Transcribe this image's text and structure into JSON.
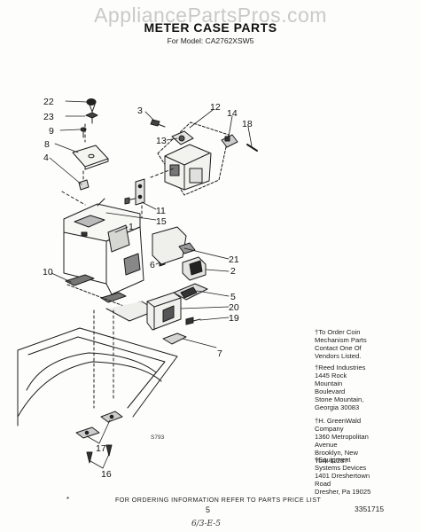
{
  "watermark": "AppliancePartsPros.com",
  "header": {
    "title": "METER CASE PARTS",
    "model": "For Model: CA2762XSW5"
  },
  "callouts": [
    {
      "id": "c22",
      "label": "22"
    },
    {
      "id": "c23",
      "label": "23"
    },
    {
      "id": "c9",
      "label": "9"
    },
    {
      "id": "c8",
      "label": "8"
    },
    {
      "id": "c4",
      "label": "4"
    },
    {
      "id": "c3",
      "label": "3"
    },
    {
      "id": "c12",
      "label": "12"
    },
    {
      "id": "c14",
      "label": "14"
    },
    {
      "id": "c18",
      "label": "18"
    },
    {
      "id": "c13",
      "label": "13"
    },
    {
      "id": "c11",
      "label": "11"
    },
    {
      "id": "c15",
      "label": "15"
    },
    {
      "id": "c1",
      "label": "1"
    },
    {
      "id": "c6",
      "label": "6"
    },
    {
      "id": "c21",
      "label": "21"
    },
    {
      "id": "c2",
      "label": "2"
    },
    {
      "id": "c10",
      "label": "10"
    },
    {
      "id": "c5",
      "label": "5"
    },
    {
      "id": "c20",
      "label": "20"
    },
    {
      "id": "c19",
      "label": "19"
    },
    {
      "id": "c7",
      "label": "7"
    },
    {
      "id": "c17",
      "label": "17"
    },
    {
      "id": "c16",
      "label": "16"
    }
  ],
  "diagram_code": "S793",
  "notes": [
    [
      "†To Order Coin",
      "Mechanism Parts",
      "Contact One Of",
      "Vendors Listed."
    ],
    [
      "†Reed Industries",
      "1445 Rock",
      "Mountain",
      "Boulevard",
      "Stone Mountain,",
      "Georgia 30083"
    ],
    [
      "†H. GreenWald",
      "Company",
      "1360 Metropolitan",
      "Avenue",
      "Brooklyn, New",
      "York 11237"
    ],
    [
      "†Equipment",
      "Systems Devices",
      "1401 Dreshertown",
      "Road",
      "Dresher, Pa 19025"
    ]
  ],
  "footer": {
    "marker": "*",
    "ordering": "FOR ORDERING INFORMATION REFER TO PARTS PRICE LIST",
    "page_number": "5",
    "part_number": "3351715",
    "handwritten": "6/3-E-5"
  }
}
